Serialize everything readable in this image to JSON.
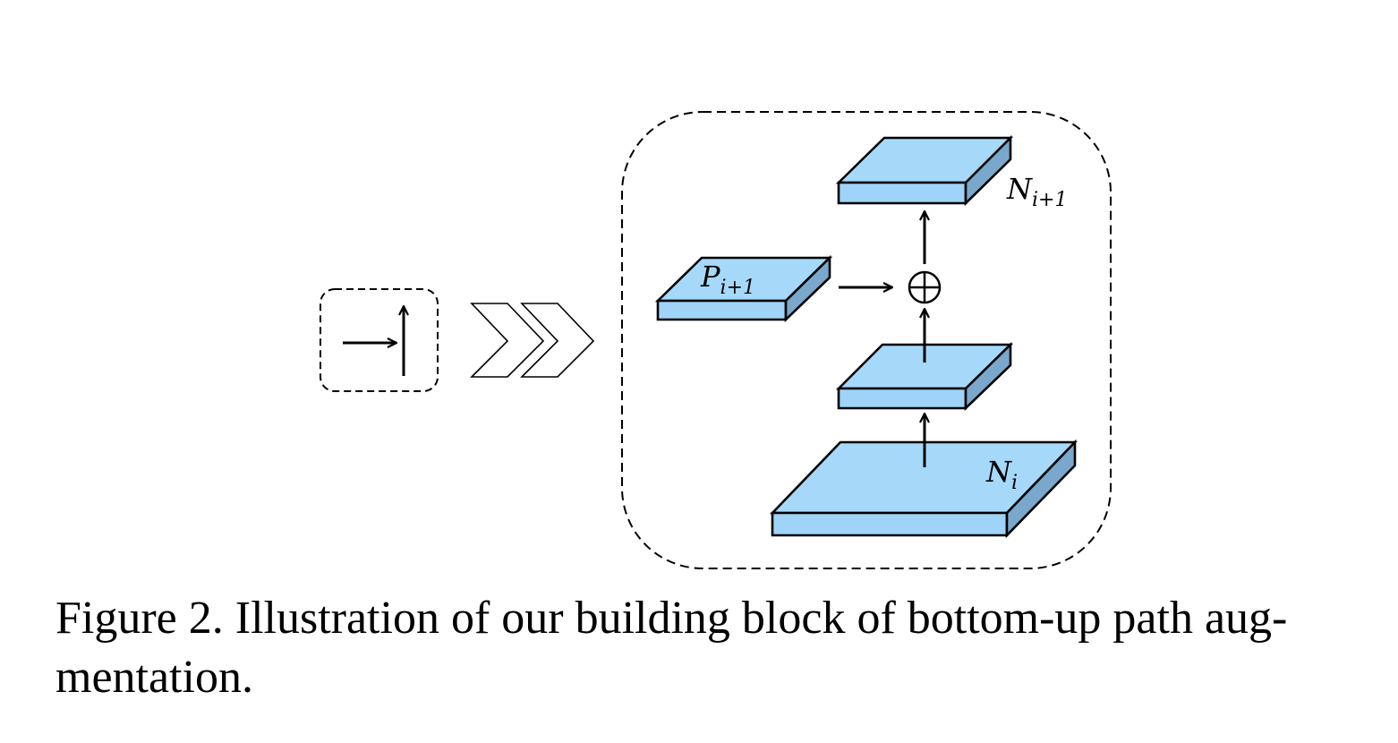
{
  "colors": {
    "block_top": "#a6d9f9",
    "block_front": "#9fd3f7",
    "block_side": "#79a8cc",
    "stroke": "#000000"
  },
  "labels": {
    "n_next": {
      "base": "N",
      "sub": "i+1"
    },
    "p_next": {
      "base": "P",
      "sub": "i+1"
    },
    "n_cur": {
      "base": "N",
      "sub": "i"
    }
  },
  "sum_symbol": "⊕",
  "caption": {
    "line1": "Figure 2. Illustration of our building block of bottom-up path aug-",
    "line2": "mentation."
  }
}
